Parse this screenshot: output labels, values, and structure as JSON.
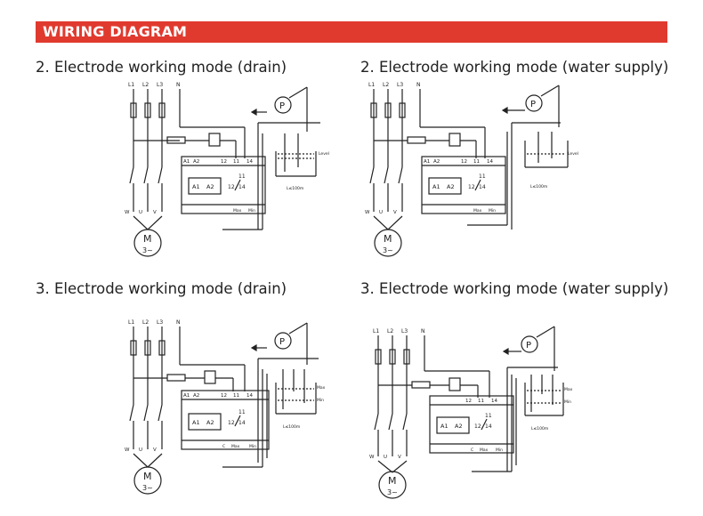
{
  "header": {
    "title": "WIRING DIAGRAM"
  },
  "captions": [
    "2. Electrode working mode (drain)",
    "2. Electrode working mode (water supply)",
    "3. Electrode working mode (drain)",
    "3. Electrode working mode (water supply)"
  ],
  "labels": {
    "phases": [
      "L1",
      "L2",
      "L3",
      "N"
    ],
    "motor_terminals": [
      "W",
      "U",
      "V"
    ],
    "motor": "M",
    "motor_sub": "3~",
    "pump": "P",
    "relay_top": [
      "A1",
      "A2",
      "12",
      "11",
      "14"
    ],
    "relay_coil": [
      "A1",
      "A2"
    ],
    "contacts": [
      "11",
      "12",
      "14"
    ],
    "electrodes": [
      "C",
      "Max",
      "Min"
    ],
    "level": "Level",
    "distance": "L≤100m"
  },
  "colors": {
    "header_bg": "#e03a2f",
    "header_text": "#ffffff",
    "line": "#222222"
  }
}
